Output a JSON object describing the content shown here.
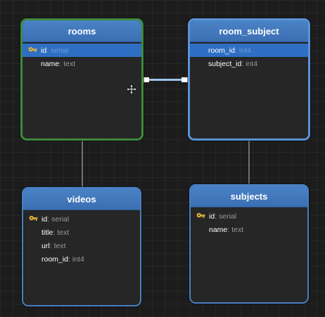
{
  "tables": {
    "rooms": {
      "title": "rooms",
      "columns": [
        {
          "name": "id",
          "type": "serial",
          "primary": true
        },
        {
          "name": "name",
          "type": "text"
        }
      ]
    },
    "room_subject": {
      "title": "room_subject",
      "columns": [
        {
          "name": "room_id",
          "type": "int4"
        },
        {
          "name": "subject_id",
          "type": "int4"
        }
      ]
    },
    "videos": {
      "title": "videos",
      "columns": [
        {
          "name": "id",
          "type": "serial",
          "primary": true
        },
        {
          "name": "title",
          "type": "text"
        },
        {
          "name": "url",
          "type": "text"
        },
        {
          "name": "room_id",
          "type": "int4"
        }
      ]
    },
    "subjects": {
      "title": "subjects",
      "columns": [
        {
          "name": "id",
          "type": "serial",
          "primary": true
        },
        {
          "name": "name",
          "type": "text"
        }
      ]
    }
  },
  "colors": {
    "canvas": "#1c1c1c",
    "header": "#4478bd",
    "row_highlight": "#2f6fc3",
    "selected_border_green": "#3d8a3d",
    "selected_border_blue": "#5a93d6",
    "connector": "#8c8c8c",
    "active_connector": "#9fc2ec",
    "primary_key": "#e0b33a"
  },
  "icons": {
    "primary_key": "key-icon",
    "cursor": "move-cursor-icon"
  }
}
